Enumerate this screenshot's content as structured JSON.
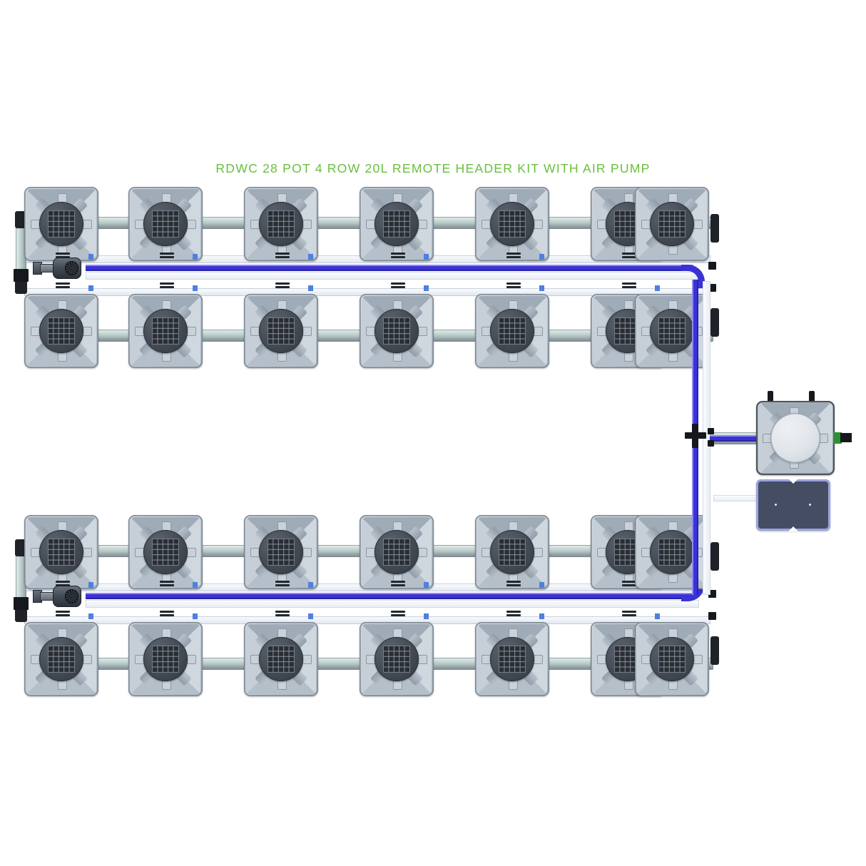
{
  "title": "RDWC 28 POT 4 ROW 20L REMOTE HEADER KIT WITH AIR PUMP",
  "product": {
    "system_type": "RDWC",
    "pot_count": "28",
    "row_count": "4",
    "pot_volume": "20L",
    "header_type": "REMOTE HEADER KIT",
    "accessory": "AIR PUMP",
    "pots_per_row": "7"
  },
  "colors": {
    "title_green": "#6abf3f",
    "tube_blue": "#3b32d6",
    "pot_grey": "#c3ccd5",
    "lid_dark": "#474e57",
    "airpump_navy": "#454d63",
    "airpump_border": "#9aa4e0",
    "connector_green": "#2f8f34",
    "background": "#ffffff"
  },
  "components": {
    "pot_label": "20L grow pot with mesh lid",
    "header_label": "Remote header reservoir",
    "airpump_label": "Air pump",
    "valve_label": "Inline valve fitting",
    "pipe_label": "Interconnect pipe",
    "tube_label": "Blue air line",
    "manifold_label": "Left vertical manifold",
    "endcap_label": "End cap"
  },
  "rows": [
    {
      "id": "row-1",
      "pots": 7
    },
    {
      "id": "row-2",
      "pots": 7
    },
    {
      "id": "row-3",
      "pots": 7
    },
    {
      "id": "row-4",
      "pots": 7
    }
  ]
}
